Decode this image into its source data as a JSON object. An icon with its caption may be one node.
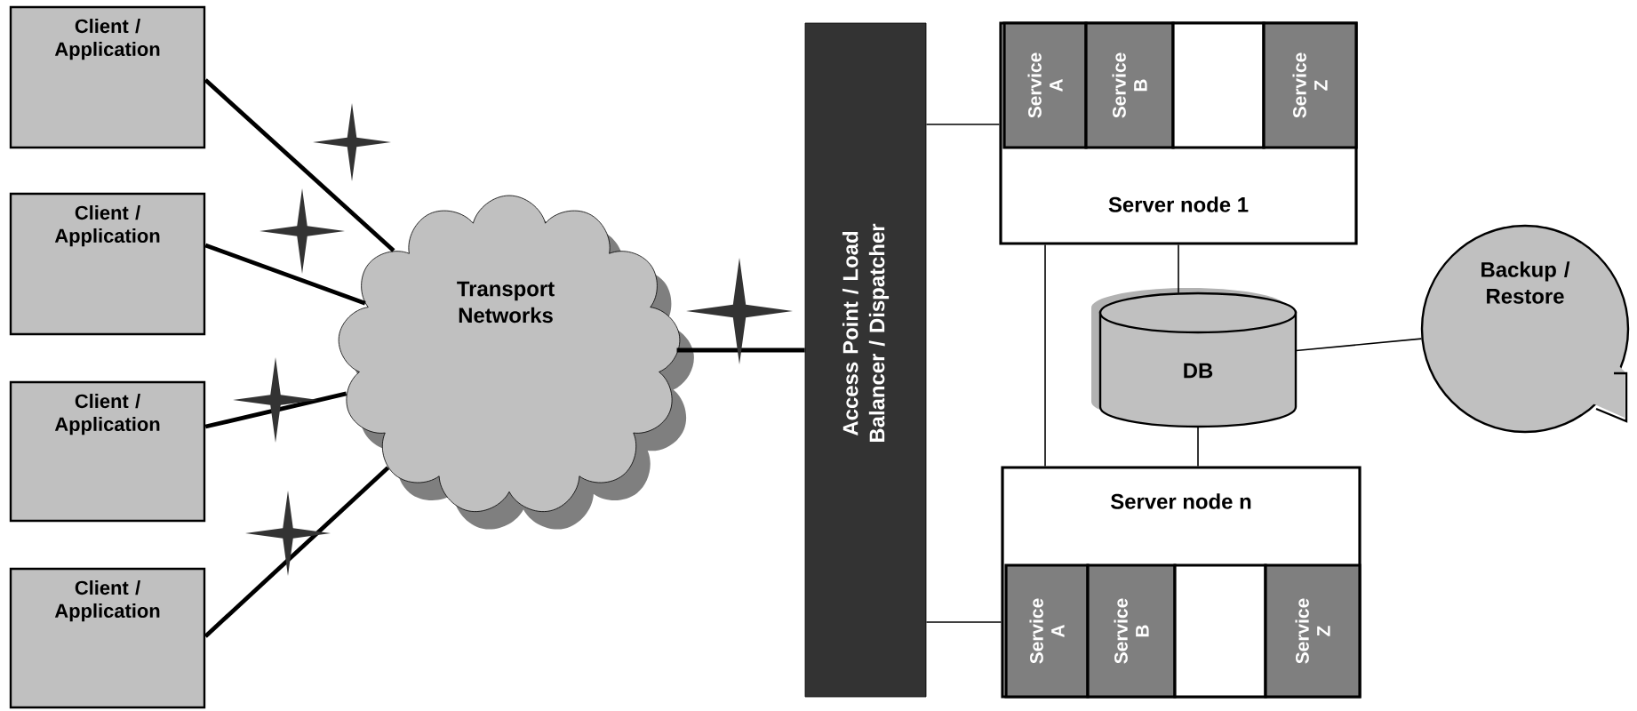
{
  "diagram": {
    "nodes": [
      {
        "text": [
          "Client / Application"
        ]
      },
      {
        "text": [
          "Client / Application"
        ]
      },
      {
        "text": [
          "Client / Application"
        ]
      },
      {
        "text": [
          "Client / Application"
        ]
      },
      {
        "text": [
          "Transport Networks"
        ]
      },
      {
        "text": [
          "Access Point / Load Balancer / Dispatcher"
        ]
      },
      {
        "text": [
          "Server node 1"
        ]
      },
      {
        "text": [
          "Service A"
        ],
        "in": 6
      },
      {
        "text": [
          "Service B"
        ],
        "in": 6
      },
      {
        "text": [],
        "shape": "box",
        "in": 6
      },
      {
        "text": [
          "Service Z"
        ],
        "in": 6
      },
      {
        "text": [
          "Server node n"
        ]
      },
      {
        "text": [
          "Service A"
        ],
        "in": 11
      },
      {
        "text": [
          "Service B"
        ],
        "in": 11
      },
      {
        "text": [],
        "shape": "box",
        "in": 11
      },
      {
        "text": [
          "Service Z"
        ],
        "in": 11
      },
      {
        "text": [
          "DB"
        ]
      },
      {
        "text": [
          "Backup / Restore"
        ]
      }
    ],
    "edges": [
      {
        "from": 0,
        "to": 4,
        "arrow": "none",
        "style": "thick"
      },
      {
        "from": 1,
        "to": 4,
        "arrow": "none",
        "style": "thick"
      },
      {
        "from": 2,
        "to": 4,
        "arrow": "none",
        "style": "thick"
      },
      {
        "from": 3,
        "to": 4,
        "arrow": "none",
        "style": "thick"
      },
      {
        "from": 4,
        "to": 5,
        "arrow": "none",
        "style": "thick"
      },
      {
        "from": 5,
        "to": 6,
        "arrow": "none"
      },
      {
        "from": 5,
        "to": 11,
        "arrow": "none"
      },
      {
        "from": 6,
        "to": 11,
        "arrow": "none"
      },
      {
        "from": 6,
        "to": 16,
        "arrow": "none"
      },
      {
        "from": 16,
        "to": 11,
        "arrow": "none"
      },
      {
        "from": 16,
        "to": 17,
        "arrow": "none"
      }
    ]
  }
}
